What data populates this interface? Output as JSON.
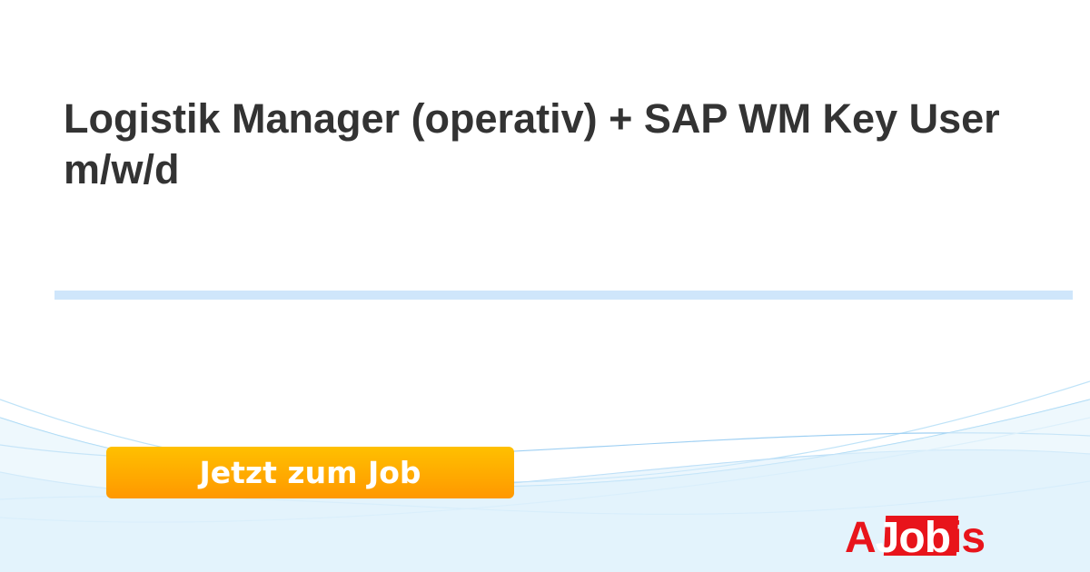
{
  "job": {
    "title": "Logistik Manager (operativ) + SAP WM Key User m/w/d"
  },
  "cta": {
    "label": "Jetzt zum Job"
  },
  "logo": {
    "text": "AJobis",
    "part_a": "A",
    "part_job": "Job",
    "part_is": "is"
  },
  "colors": {
    "title": "#333333",
    "divider": "#cfe6fb",
    "button_top": "#ffc000",
    "button_bottom": "#ff9800",
    "logo": "#e8141b"
  }
}
